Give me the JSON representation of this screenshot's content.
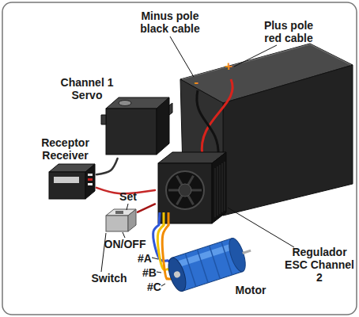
{
  "diagram": {
    "nodes": [
      {
        "text": [
          "Channel 1 Servo"
        ]
      },
      {
        "text": [
          "Receptor Receiver"
        ]
      },
      {
        "text": [
          "Switch"
        ]
      },
      {
        "text": [
          "Regulador ESC Channel 2"
        ]
      },
      {
        "text": [
          "Motor"
        ]
      }
    ],
    "edges": [
      {
        "from": 0,
        "to": 1,
        "arrow": "none"
      },
      {
        "from": 1,
        "to": 3,
        "arrow": "none"
      },
      {
        "from": 2,
        "to": 3,
        "arrow": "none"
      },
      {
        "from": 4,
        "to": 3,
        "arrow": "none",
        "label": "#A"
      },
      {
        "from": 4,
        "to": 3,
        "arrow": "none",
        "label": "#B"
      },
      {
        "from": 4,
        "to": 3,
        "arrow": "none",
        "label": "#C"
      }
    ],
    "labels": [
      "Minus pole black cable",
      "Plus pole red cable",
      "+",
      "-",
      "Set",
      "ON/OFF"
    ]
  }
}
